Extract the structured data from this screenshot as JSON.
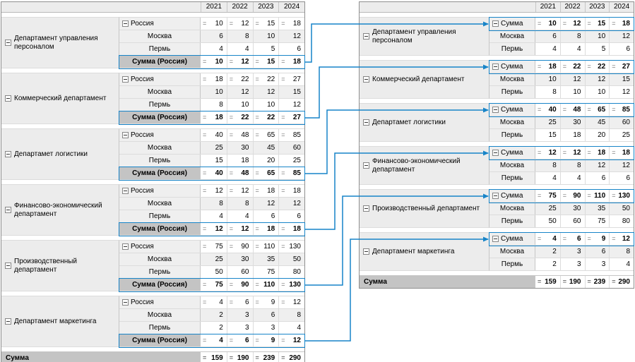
{
  "accent_color": "#1784c8",
  "years": [
    "2021",
    "2022",
    "2023",
    "2024"
  ],
  "icons": {
    "aggregate_equals": "=",
    "collapse": "minus-box"
  },
  "left_table": {
    "groups": [
      {
        "department": "Департамент управления персоналом",
        "rows": [
          {
            "label": "Россия",
            "kind": "region",
            "eq": true,
            "values": [
              "10",
              "12",
              "15",
              "18"
            ]
          },
          {
            "label": "Москва",
            "kind": "city",
            "eq": false,
            "values": [
              "6",
              "8",
              "10",
              "12"
            ]
          },
          {
            "label": "Пермь",
            "kind": "city",
            "eq": false,
            "values": [
              "4",
              "4",
              "5",
              "6"
            ]
          },
          {
            "label": "Сумма (Россия)",
            "kind": "sum",
            "eq": true,
            "values": [
              "10",
              "12",
              "15",
              "18"
            ]
          }
        ]
      },
      {
        "department": "Коммерческий департамент",
        "rows": [
          {
            "label": "Россия",
            "kind": "region",
            "eq": true,
            "values": [
              "18",
              "22",
              "22",
              "27"
            ]
          },
          {
            "label": "Москва",
            "kind": "city",
            "eq": false,
            "values": [
              "10",
              "12",
              "12",
              "15"
            ]
          },
          {
            "label": "Пермь",
            "kind": "city",
            "eq": false,
            "values": [
              "8",
              "10",
              "10",
              "12"
            ]
          },
          {
            "label": "Сумма (Россия)",
            "kind": "sum",
            "eq": true,
            "values": [
              "18",
              "22",
              "22",
              "27"
            ]
          }
        ]
      },
      {
        "department": "Департамет логистики",
        "rows": [
          {
            "label": "Россия",
            "kind": "region",
            "eq": true,
            "values": [
              "40",
              "48",
              "65",
              "85"
            ]
          },
          {
            "label": "Москва",
            "kind": "city",
            "eq": false,
            "values": [
              "25",
              "30",
              "45",
              "60"
            ]
          },
          {
            "label": "Пермь",
            "kind": "city",
            "eq": false,
            "values": [
              "15",
              "18",
              "20",
              "25"
            ]
          },
          {
            "label": "Сумма (Россия)",
            "kind": "sum",
            "eq": true,
            "values": [
              "40",
              "48",
              "65",
              "85"
            ]
          }
        ]
      },
      {
        "department": "Финансово-экономический департамент",
        "rows": [
          {
            "label": "Россия",
            "kind": "region",
            "eq": true,
            "values": [
              "12",
              "12",
              "18",
              "18"
            ]
          },
          {
            "label": "Москва",
            "kind": "city",
            "eq": false,
            "values": [
              "8",
              "8",
              "12",
              "12"
            ]
          },
          {
            "label": "Пермь",
            "kind": "city",
            "eq": false,
            "values": [
              "4",
              "4",
              "6",
              "6"
            ]
          },
          {
            "label": "Сумма (Россия)",
            "kind": "sum",
            "eq": true,
            "values": [
              "12",
              "12",
              "18",
              "18"
            ]
          }
        ]
      },
      {
        "department": "Производственный департамент",
        "rows": [
          {
            "label": "Россия",
            "kind": "region",
            "eq": true,
            "values": [
              "75",
              "90",
              "110",
              "130"
            ]
          },
          {
            "label": "Москва",
            "kind": "city",
            "eq": false,
            "values": [
              "25",
              "30",
              "35",
              "50"
            ]
          },
          {
            "label": "Пермь",
            "kind": "city",
            "eq": false,
            "values": [
              "50",
              "60",
              "75",
              "80"
            ]
          },
          {
            "label": "Сумма (Россия)",
            "kind": "sum",
            "eq": true,
            "values": [
              "75",
              "90",
              "110",
              "130"
            ]
          }
        ]
      },
      {
        "department": "Департамент маркетинга",
        "rows": [
          {
            "label": "Россия",
            "kind": "region",
            "eq": true,
            "values": [
              "4",
              "6",
              "9",
              "12"
            ]
          },
          {
            "label": "Москва",
            "kind": "city",
            "eq": false,
            "values": [
              "2",
              "3",
              "6",
              "8"
            ]
          },
          {
            "label": "Пермь",
            "kind": "city",
            "eq": false,
            "values": [
              "2",
              "3",
              "3",
              "4"
            ]
          },
          {
            "label": "Сумма (Россия)",
            "kind": "sum",
            "eq": true,
            "values": [
              "4",
              "6",
              "9",
              "12"
            ]
          }
        ]
      }
    ],
    "total": {
      "label": "Сумма",
      "values": [
        "159",
        "190",
        "239",
        "290"
      ]
    }
  },
  "right_table": {
    "groups": [
      {
        "department": "Департамент управления персоналом",
        "rows": [
          {
            "label": "Сумма",
            "kind": "sum",
            "eq": true,
            "values": [
              "10",
              "12",
              "15",
              "18"
            ]
          },
          {
            "label": "Москва",
            "kind": "city",
            "eq": false,
            "values": [
              "6",
              "8",
              "10",
              "12"
            ]
          },
          {
            "label": "Пермь",
            "kind": "city",
            "eq": false,
            "values": [
              "4",
              "4",
              "5",
              "6"
            ]
          }
        ]
      },
      {
        "department": "Коммерческий департамент",
        "rows": [
          {
            "label": "Сумма",
            "kind": "sum",
            "eq": true,
            "values": [
              "18",
              "22",
              "22",
              "27"
            ]
          },
          {
            "label": "Москва",
            "kind": "city",
            "eq": false,
            "values": [
              "10",
              "12",
              "12",
              "15"
            ]
          },
          {
            "label": "Пермь",
            "kind": "city",
            "eq": false,
            "values": [
              "8",
              "10",
              "10",
              "12"
            ]
          }
        ]
      },
      {
        "department": "Департамет логистики",
        "rows": [
          {
            "label": "Сумма",
            "kind": "sum",
            "eq": true,
            "values": [
              "40",
              "48",
              "65",
              "85"
            ]
          },
          {
            "label": "Москва",
            "kind": "city",
            "eq": false,
            "values": [
              "25",
              "30",
              "45",
              "60"
            ]
          },
          {
            "label": "Пермь",
            "kind": "city",
            "eq": false,
            "values": [
              "15",
              "18",
              "20",
              "25"
            ]
          }
        ]
      },
      {
        "department": "Финансово-экономический департамент",
        "rows": [
          {
            "label": "Сумма",
            "kind": "sum",
            "eq": true,
            "values": [
              "12",
              "12",
              "18",
              "18"
            ]
          },
          {
            "label": "Москва",
            "kind": "city",
            "eq": false,
            "values": [
              "8",
              "8",
              "12",
              "12"
            ]
          },
          {
            "label": "Пермь",
            "kind": "city",
            "eq": false,
            "values": [
              "4",
              "4",
              "6",
              "6"
            ]
          }
        ]
      },
      {
        "department": "Производственный департамент",
        "rows": [
          {
            "label": "Сумма",
            "kind": "sum",
            "eq": true,
            "values": [
              "75",
              "90",
              "110",
              "130"
            ]
          },
          {
            "label": "Москва",
            "kind": "city",
            "eq": false,
            "values": [
              "25",
              "30",
              "35",
              "50"
            ]
          },
          {
            "label": "Пермь",
            "kind": "city",
            "eq": false,
            "values": [
              "50",
              "60",
              "75",
              "80"
            ]
          }
        ]
      },
      {
        "department": "Департамент маркетинга",
        "rows": [
          {
            "label": "Сумма",
            "kind": "sum",
            "eq": true,
            "values": [
              "4",
              "6",
              "9",
              "12"
            ]
          },
          {
            "label": "Москва",
            "kind": "city",
            "eq": false,
            "values": [
              "2",
              "3",
              "6",
              "8"
            ]
          },
          {
            "label": "Пермь",
            "kind": "city",
            "eq": false,
            "values": [
              "2",
              "3",
              "3",
              "4"
            ]
          }
        ]
      }
    ],
    "total": {
      "label": "Сумма",
      "values": [
        "159",
        "190",
        "239",
        "290"
      ]
    }
  }
}
